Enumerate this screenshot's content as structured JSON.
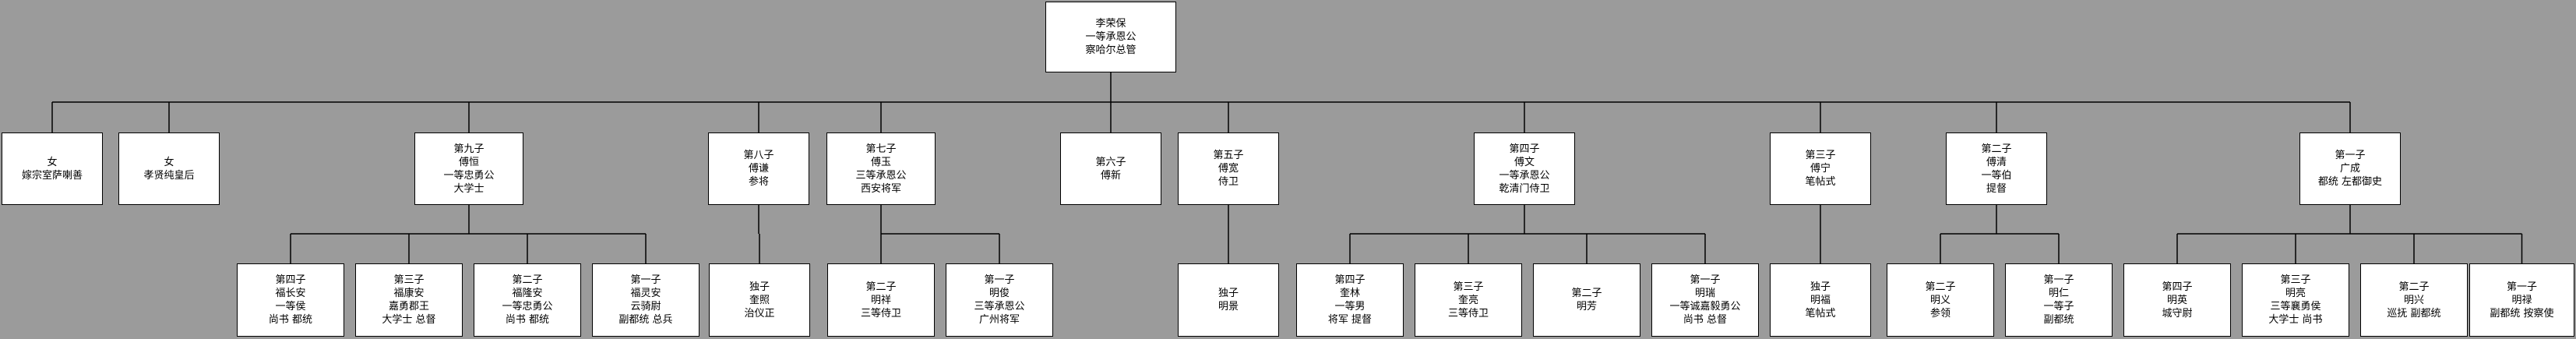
{
  "colors": {
    "background": "#9b9b9b",
    "box": "#ffffff",
    "line": "#000000"
  },
  "root": {
    "lines": [
      "李荣保",
      "一等承恩公",
      "察哈尔总管"
    ]
  },
  "children": [
    {
      "lines": [
        "女",
        "嫁宗室萨喇善"
      ],
      "children": []
    },
    {
      "lines": [
        "女",
        "孝贤纯皇后"
      ],
      "children": []
    },
    {
      "lines": [
        "第九子",
        "傅恒",
        "一等忠勇公",
        "大学士"
      ],
      "children": [
        {
          "lines": [
            "第四子",
            "福长安",
            "一等侯",
            "尚书  都统"
          ]
        },
        {
          "lines": [
            "第三子",
            "福康安",
            "嘉勇郡王",
            "大学士  总督"
          ]
        },
        {
          "lines": [
            "第二子",
            "福隆安",
            "一等忠勇公",
            "尚书  都统"
          ]
        },
        {
          "lines": [
            "第一子",
            "福灵安",
            "云骑尉",
            "副都统  总兵"
          ]
        }
      ]
    },
    {
      "lines": [
        "第八子",
        "傅谦",
        "参将"
      ],
      "children": [
        {
          "lines": [
            "独子",
            "奎照",
            "治仪正"
          ]
        }
      ]
    },
    {
      "lines": [
        "第七子",
        "傅玉",
        "三等承恩公",
        "西安将军"
      ],
      "children": [
        {
          "lines": [
            "第二子",
            "明祥",
            "三等侍卫"
          ]
        },
        {
          "lines": [
            "第一子",
            "明俊",
            "三等承恩公",
            "广州将军"
          ]
        }
      ]
    },
    {
      "lines": [
        "第六子",
        "傅新"
      ],
      "children": []
    },
    {
      "lines": [
        "第五子",
        "傅宽",
        "侍卫"
      ],
      "children": [
        {
          "lines": [
            "独子",
            "明景"
          ]
        }
      ]
    },
    {
      "lines": [
        "第四子",
        "傅文",
        "一等承恩公",
        "乾清门侍卫"
      ],
      "children": [
        {
          "lines": [
            "第四子",
            "奎林",
            "一等男",
            "将军  提督"
          ]
        },
        {
          "lines": [
            "第三子",
            "奎亮",
            "三等侍卫"
          ]
        },
        {
          "lines": [
            "第二子",
            "明芳"
          ]
        },
        {
          "lines": [
            "第一子",
            "明瑞",
            "一等诚嘉毅勇公",
            "尚书  总督"
          ]
        }
      ]
    },
    {
      "lines": [
        "第三子",
        "傅宁",
        "笔帖式"
      ],
      "children": [
        {
          "lines": [
            "独子",
            "明福",
            "笔帖式"
          ]
        }
      ]
    },
    {
      "lines": [
        "第二子",
        "傅清",
        "一等伯",
        "提督"
      ],
      "children": [
        {
          "lines": [
            "第二子",
            "明义",
            "参领"
          ]
        },
        {
          "lines": [
            "第一子",
            "明仁",
            "一等子",
            "副都统"
          ]
        }
      ]
    },
    {
      "lines": [
        "第一子",
        "广成",
        "都统  左都御史"
      ],
      "children": [
        {
          "lines": [
            "第四子",
            "明英",
            "城守尉"
          ]
        },
        {
          "lines": [
            "第三子",
            "明亮",
            "三等襄勇侯",
            "大学士  尚书"
          ]
        },
        {
          "lines": [
            "第二子",
            "明兴",
            "巡抚  副都统"
          ]
        },
        {
          "lines": [
            "第一子",
            "明禄",
            "副都统  按察使"
          ]
        }
      ]
    }
  ]
}
